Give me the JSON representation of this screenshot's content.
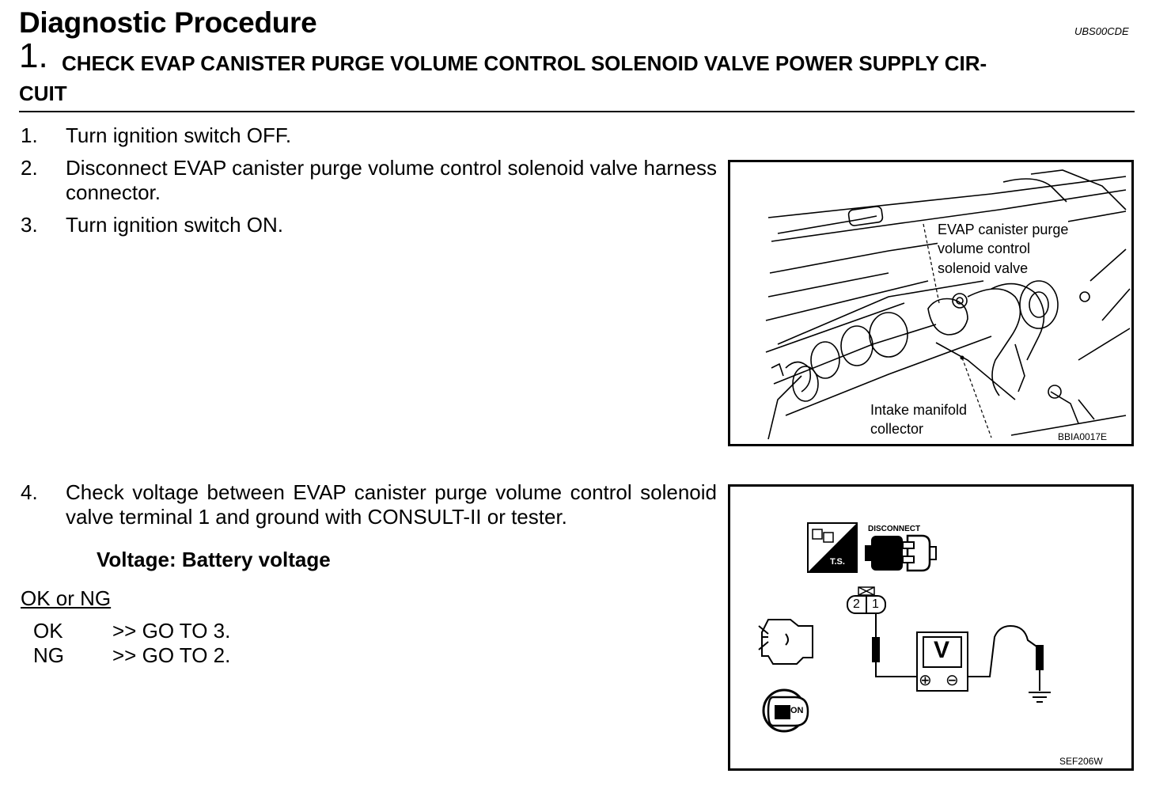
{
  "header": {
    "title": "Diagnostic Procedure",
    "doc_code": "UBS00CDE",
    "step_number": "1.",
    "step_heading_line1": "CHECK EVAP CANISTER PURGE VOLUME CONTROL SOLENOID VALVE POWER SUPPLY CIR-",
    "step_heading_line2": "CUIT"
  },
  "steps": [
    {
      "num": "1.",
      "text": "Turn ignition switch OFF."
    },
    {
      "num": "2.",
      "text": "Disconnect EVAP canister purge volume control solenoid valve harness connector."
    },
    {
      "num": "3.",
      "text": "Turn ignition switch ON."
    },
    {
      "num": "4.",
      "text": "Check voltage between EVAP canister purge volume control solenoid valve terminal 1 and ground with CONSULT-II or tester."
    }
  ],
  "spec": {
    "voltage": "Voltage: Battery voltage"
  },
  "result": {
    "heading": "OK or NG",
    "rows": [
      {
        "key": "OK",
        "value": ">> GO TO 3."
      },
      {
        "key": "NG",
        "value": ">> GO TO 2."
      }
    ]
  },
  "figure1": {
    "label_valve_line1": "EVAP canister purge",
    "label_valve_line2": "volume control",
    "label_valve_line3": "solenoid valve",
    "label_manifold_line1": "Intake manifold",
    "label_manifold_line2": "collector",
    "code": "BBIA0017E"
  },
  "figure2": {
    "ts_label": "T.S.",
    "disconnect_label": "DISCONNECT",
    "terminal_2": "2",
    "terminal_1": "1",
    "meter_label": "V",
    "plus": "⊕",
    "minus": "⊖",
    "key_label": "ON",
    "code": "SEF206W"
  }
}
